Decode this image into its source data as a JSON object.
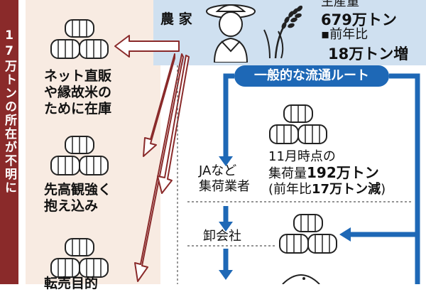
{
  "left_banner": "17万トンの所在が不明に",
  "farmer": {
    "label": "農 家",
    "production_label": "生産量",
    "production_value": "679万トン",
    "yoy_label": "▪前年比",
    "yoy_value": "18万トン増"
  },
  "route_label": "一般的な流通ルート",
  "left_items": [
    {
      "lines": [
        "ネット直販",
        "や縁故米の",
        "ために在庫"
      ]
    },
    {
      "lines": [
        "先高観強く",
        "抱え込み"
      ]
    },
    {
      "lines": [
        "転売目的"
      ]
    }
  ],
  "collectors": {
    "label_line1": "JAなど",
    "label_line2": "集荷業者"
  },
  "collected": {
    "line1": "11月時点の",
    "line2_prefix": "集荷量",
    "line2_value": "192万トン",
    "line3_prefix": "(前年比",
    "line3_value": "17万トン減",
    "line3_suffix": ")"
  },
  "wholesaler": {
    "label": "卸会社"
  },
  "colors": {
    "dark_red": "#8a2a2a",
    "blue": "#1e68b6",
    "light_blue": "#cfe0f0",
    "beige": "#f8ebe2"
  }
}
